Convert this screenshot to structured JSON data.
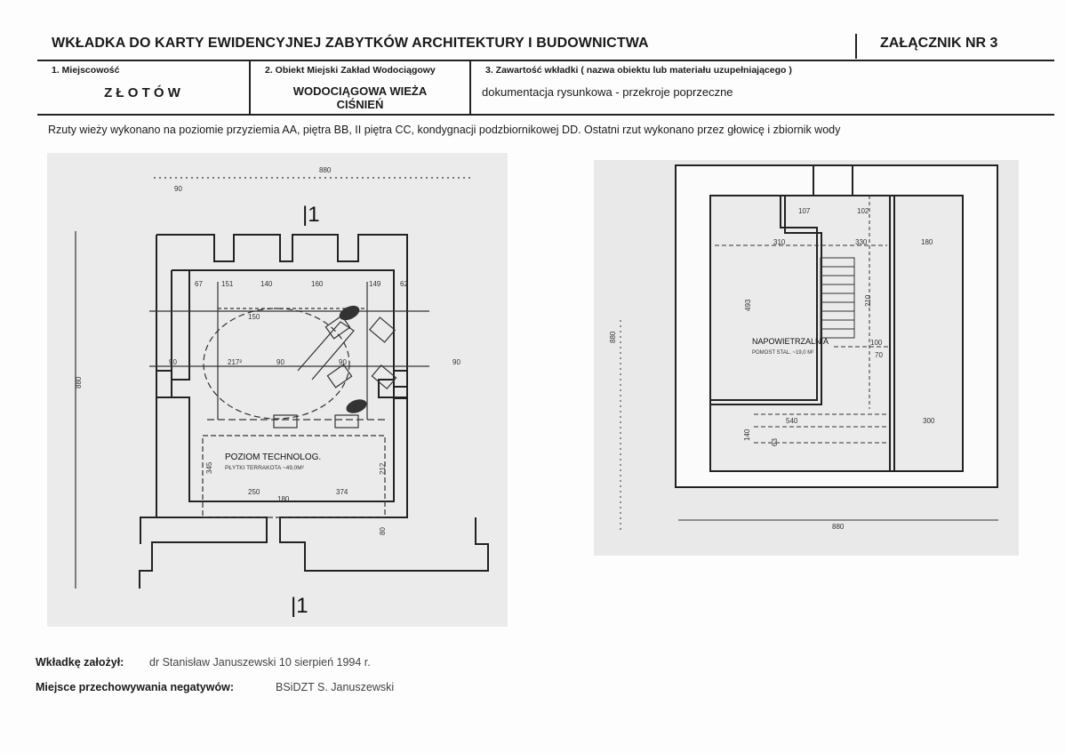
{
  "header": {
    "title": "WKŁADKA DO KARTY EWIDENCYJNEJ ZABYTKÓW ARCHITEKTURY I BUDOWNICTWA",
    "annex": "ZAŁĄCZNIK NR 3"
  },
  "fields": {
    "locality_label": "1. Miejscowość",
    "locality_value": "Z Ł O T Ó W",
    "object_label": "2. Obiekt Miejski Zakład Wodociągowy",
    "object_value_line1": "WODOCIĄGOWA WIEŻA",
    "object_value_line2": "CIŚNIEŃ",
    "contents_label": "3. Zawartość wkładki ( nazwa obiektu lub materiału uzupełniającego )",
    "contents_value": "dokumentacja rysunkowa - przekroje poprzeczne"
  },
  "description": "Rzuty wieży wykonano na poziomie przyziemia AA, piętra BB, II piętra CC, kondygnacji podzbiornikowej DD. Ostatni rzut wykonano przez głowicę i zbiornik wody",
  "left_plan": {
    "section_mark_top": "|1",
    "section_mark_bottom": "|1",
    "room_label": "POZIOM TECHNOLOG.",
    "room_area": "PŁYTKI TERRAKOTA ~49,0M²",
    "dims": {
      "top_overall": "880",
      "top_small": "90",
      "left_overall": "880",
      "d_67": "67",
      "d_151": "151",
      "d_140": "140",
      "d_160": "160",
      "d_149": "149",
      "d_62": "62",
      "d_150": "150",
      "d_90a": "90",
      "d_217": "217²",
      "d_90b": "90",
      "d_90c": "90",
      "d_90d": "90",
      "d_345": "345",
      "d_250": "250",
      "d_374": "374",
      "d_180": "180",
      "d_80": "80",
      "d_212": "212"
    }
  },
  "right_plan": {
    "room_label": "NAPOWIETRZALNIA",
    "room_area": "POMOST STAL. ~19,0 M²",
    "dims": {
      "d_107": "107",
      "d_102": "102",
      "d_310": "310",
      "d_330": "330",
      "d_180": "180",
      "d_493": "493",
      "d_210": "210",
      "d_100": "100",
      "d_70": "70",
      "d_540": "540",
      "d_140": "140",
      "d_63": "63",
      "d_300": "300",
      "left_overall": "880",
      "bottom_overall": "880"
    }
  },
  "footer": {
    "author_label": "Wkładkę założył:",
    "author_value": "dr Stanisław Januszewski 10 sierpień 1994 r.",
    "negatives_label": "Miejsce przechowywania negatywów:",
    "negatives_value": "BSiDZT S. Januszewski"
  }
}
